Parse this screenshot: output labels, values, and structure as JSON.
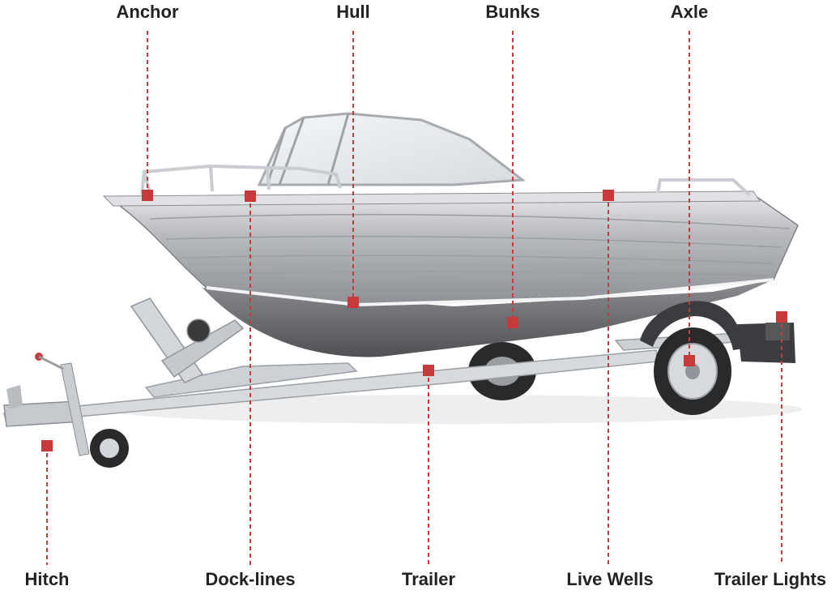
{
  "colors": {
    "marker": "#c8393b",
    "leader_line": "#c8393b",
    "label_text": "#222222",
    "hull_aluminum": "#b3b5b9",
    "trailer_galvanized": "#d6d9dd",
    "tire": "#2a2a2a"
  },
  "labels_top": [
    {
      "id": "anchor",
      "text": "Anchor"
    },
    {
      "id": "hull",
      "text": "Hull"
    },
    {
      "id": "bunks",
      "text": "Bunks"
    },
    {
      "id": "axle",
      "text": "Axle"
    }
  ],
  "labels_bottom": [
    {
      "id": "hitch",
      "text": "Hitch"
    },
    {
      "id": "dock-lines",
      "text": "Dock-lines"
    },
    {
      "id": "trailer",
      "text": "Trailer"
    },
    {
      "id": "live-wells",
      "text": "Live Wells"
    },
    {
      "id": "trailer-lights",
      "text": "Trailer Lights"
    }
  ]
}
